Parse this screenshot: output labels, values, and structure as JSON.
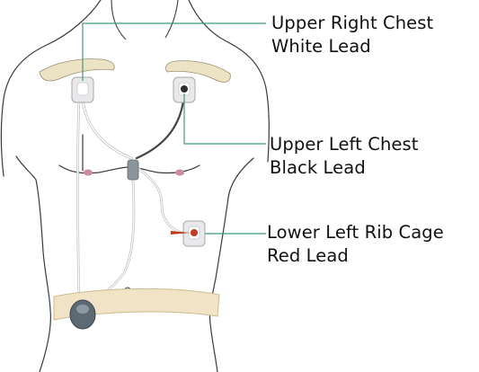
{
  "labels": {
    "upper_right": {
      "line1": "Upper Right Chest",
      "line2": "White Lead"
    },
    "upper_left": {
      "line1": "Upper Left Chest",
      "line2": "Black Lead"
    },
    "lower_left": {
      "line1": "Lower Left Rib Cage",
      "line2": "Red Lead"
    }
  },
  "colors": {
    "outline": "#3a3a3a",
    "clavicle": "#ece2c4",
    "electrode_pad": "#e9e9eb",
    "white_lead": "#ffffff",
    "black_lead": "#2e2e2e",
    "red_lead": "#c23a22",
    "leader_line": "#3f9a7a",
    "belt": "#f1e4c6",
    "recorder": "#5d6a74",
    "nipple": "#c98e9a"
  },
  "icons": {
    "electrode_upper_right": "electrode-pad-icon",
    "electrode_upper_left": "electrode-pad-icon",
    "electrode_lower_left": "electrode-pad-icon",
    "recorder": "recorder-device-icon"
  }
}
